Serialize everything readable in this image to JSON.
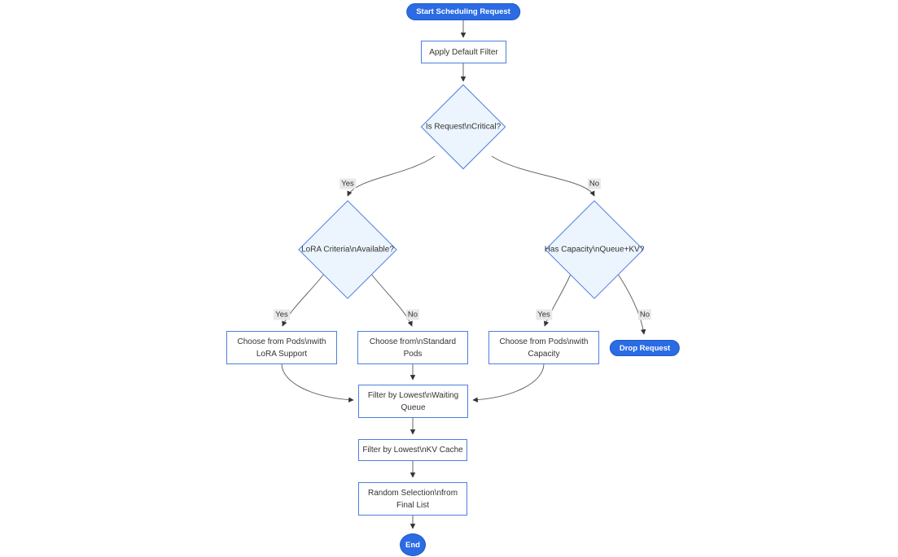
{
  "diagram": {
    "type": "flowchart",
    "nodes": {
      "start": {
        "label": "Start Scheduling Request",
        "shape": "pill"
      },
      "apply_filter": {
        "label": "Apply Default Filter",
        "shape": "rect"
      },
      "is_critical": {
        "label": "Is Request\\nCritical?",
        "shape": "decision"
      },
      "lora_criteria": {
        "label": "LoRA Criteria\\nAvailable?",
        "shape": "decision"
      },
      "has_capacity": {
        "label": "Has Capacity\\nQueue+KV?",
        "shape": "decision"
      },
      "choose_lora_pods": {
        "label": "Choose from Pods\\nwith LoRA Support",
        "shape": "rect"
      },
      "choose_standard_pods": {
        "label": "Choose from\\nStandard Pods",
        "shape": "rect"
      },
      "choose_capacity_pods": {
        "label": "Choose from Pods\\nwith Capacity",
        "shape": "rect"
      },
      "drop_request": {
        "label": "Drop Request",
        "shape": "pill"
      },
      "filter_waiting_queue": {
        "label": "Filter by Lowest\\nWaiting Queue",
        "shape": "rect"
      },
      "filter_kv_cache": {
        "label": "Filter by Lowest\\nKV Cache",
        "shape": "rect"
      },
      "random_selection": {
        "label": "Random Selection\\nfrom Final List",
        "shape": "rect"
      },
      "end": {
        "label": "End",
        "shape": "pill"
      }
    },
    "edge_labels": {
      "critical_yes": "Yes",
      "critical_no": "No",
      "lora_yes": "Yes",
      "lora_no": "No",
      "capacity_yes": "Yes",
      "capacity_no": "No"
    },
    "colors": {
      "pill_fill": "#2b6ce4",
      "pill_border": "#2257c4",
      "node_fill": "#ffffff",
      "node_border": "#4d7ee0",
      "decision_fill": "#ecf5fd",
      "edge": "#666666",
      "arrowhead": "#333333",
      "edge_label_bg": "#e8e8e8",
      "text": "#333333"
    }
  }
}
